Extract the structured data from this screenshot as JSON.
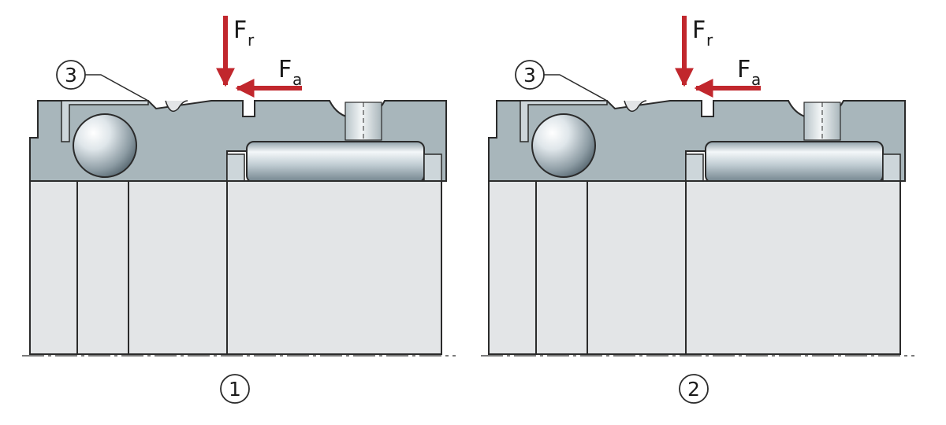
{
  "diagram": {
    "panels": [
      {
        "number_label": "1",
        "callout_label": "3",
        "radial_force": {
          "symbol": "F",
          "subscript": "r"
        },
        "axial_force": {
          "symbol": "F",
          "subscript": "a"
        }
      },
      {
        "number_label": "2",
        "callout_label": "3",
        "radial_force": {
          "symbol": "F",
          "subscript": "r"
        },
        "axial_force": {
          "symbol": "F",
          "subscript": "a"
        }
      }
    ],
    "colors": {
      "housing": "#a8b6bb",
      "shaft": "#e3e5e7",
      "force_arrow": "#c1272d",
      "outline": "#2b2b2b"
    }
  }
}
